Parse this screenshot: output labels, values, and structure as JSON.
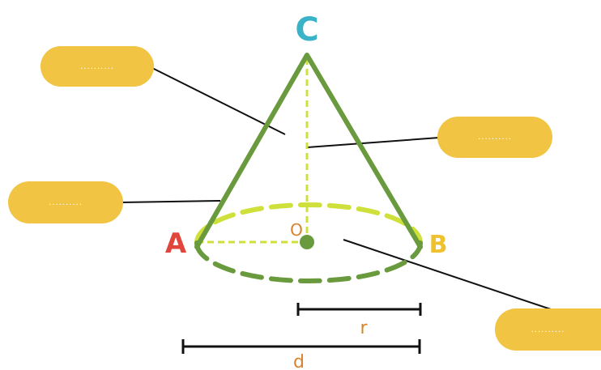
{
  "diagram": {
    "apex_letter": "C",
    "left_letter": "A",
    "right_letter": "B",
    "center_label": "O",
    "radius_label": "r",
    "diameter_label": "d"
  },
  "blanks": {
    "top_left": "..........",
    "middle_left": "..........",
    "right": "..........",
    "bottom_right": ".........."
  },
  "colors": {
    "cone_green": "#6a9a3e",
    "base_dashed_lime": "#cfe03a",
    "pill_yellow": "#f2c443",
    "point_a_red": "#e0463c",
    "point_b_yellow": "#f0c12f",
    "point_c_teal": "#3ab3c8",
    "label_orange": "#d9822b",
    "leader_line": "#111111"
  }
}
